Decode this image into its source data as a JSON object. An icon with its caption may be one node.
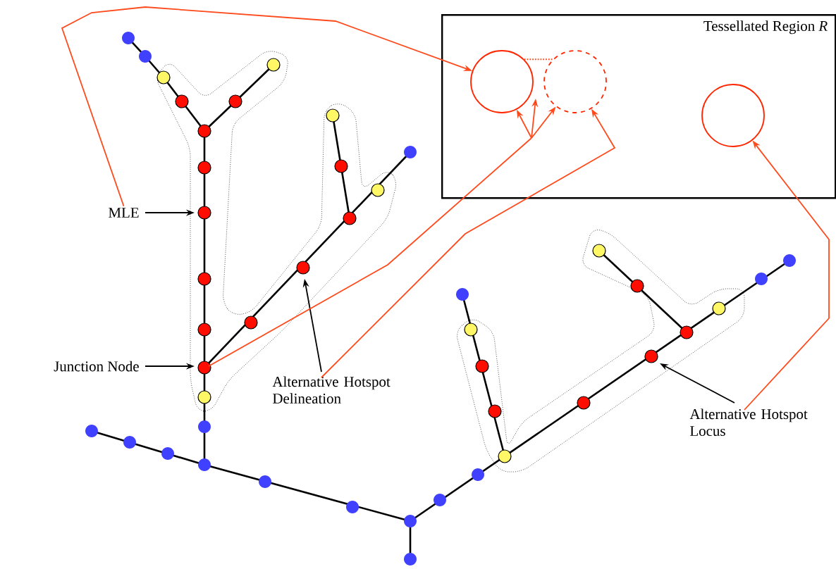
{
  "diagram": {
    "nodes": [
      {
        "text": [
          "Tessellated Region *R*"
        ]
      },
      {
        "text": [
          "MLE"
        ]
      },
      {
        "text": [
          "Junction Node"
        ]
      },
      {
        "text": [
          "Alternative Hotspot Delineation"
        ]
      },
      {
        "text": [
          "Alternative Hotspot Locus"
        ]
      },
      {
        "text": [],
        "shape": "circle",
        "in": 0
      },
      {
        "text": [],
        "shape": "circle",
        "in": 0
      },
      {
        "text": [],
        "shape": "circle",
        "in": 0
      }
    ],
    "edges": [
      {
        "from": 1,
        "to": null,
        "arrow": "to",
        "color": "#000000"
      },
      {
        "from": 2,
        "to": null,
        "arrow": "to",
        "color": "#000000"
      },
      {
        "from": 3,
        "to": null,
        "arrow": "to",
        "color": "#000000"
      },
      {
        "from": 4,
        "to": null,
        "arrow": "to",
        "color": "#000000"
      },
      {
        "from": 1,
        "to": 5,
        "arrow": "to",
        "color": "#ff4a1c"
      },
      {
        "from": null,
        "to": 5,
        "arrow": "to",
        "color": "#ff4a1c"
      },
      {
        "from": null,
        "to": 6,
        "arrow": "to",
        "color": "#ff4a1c"
      },
      {
        "from": 3,
        "to": 6,
        "arrow": "to",
        "color": "#ff4a1c"
      },
      {
        "from": 4,
        "to": 7,
        "arrow": "to",
        "color": "#ff4a1c"
      },
      {
        "from": 5,
        "to": 6,
        "arrow": "none",
        "style": "dashed",
        "color": "#ff4a1c"
      }
    ]
  }
}
